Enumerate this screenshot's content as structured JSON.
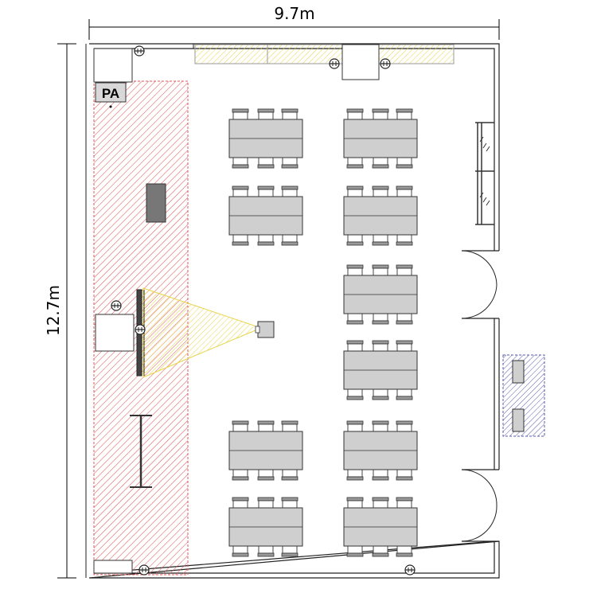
{
  "dimensions": {
    "width_label": "9.7m",
    "height_label": "12.7m"
  },
  "labels": {
    "pa": "PA"
  },
  "colors": {
    "stage_hatch": "#e05a5a",
    "projection_hatch": "#e8d44a",
    "service_hatch": "#5a5ab4",
    "table": "#cfcfcf",
    "wall": "#222222"
  },
  "icons": {
    "outlet": "electrical-outlet-icon",
    "projector": "projector-icon",
    "door": "door-swing-icon"
  },
  "layout_info": {
    "table_groups": 10,
    "chairs_per_side": 3
  }
}
